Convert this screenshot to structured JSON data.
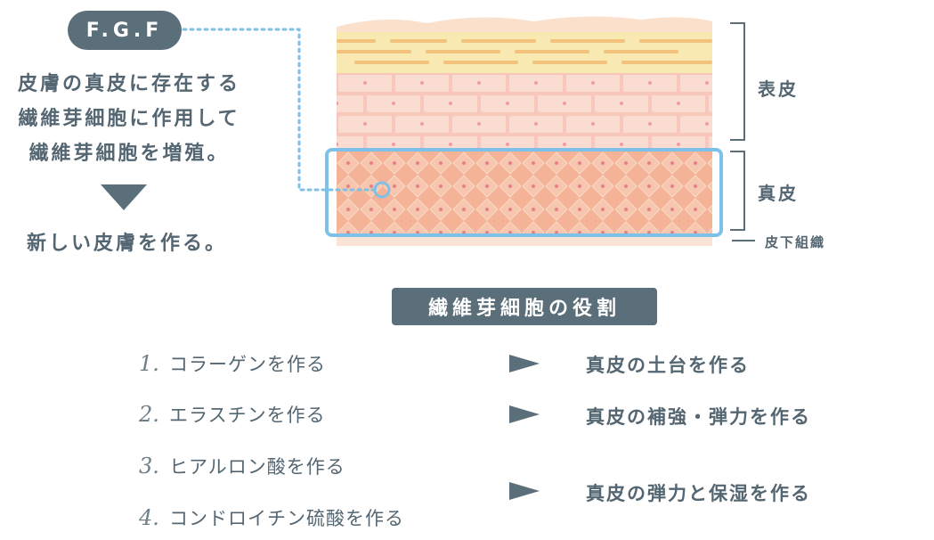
{
  "fgf": {
    "label": "F.G.F"
  },
  "description": {
    "lines": [
      "皮膚の真皮に存在する",
      "繊維芽細胞に作用して",
      "繊維芽細胞を増殖。"
    ],
    "result": "新しい皮膚を作る。"
  },
  "skin_labels": {
    "epidermis": "表皮",
    "dermis": "真皮",
    "subcutaneous": "皮下組織"
  },
  "roles": {
    "title": "繊維芽細胞の役割",
    "items": [
      {
        "num": "1.",
        "text": "コラーゲンを作る"
      },
      {
        "num": "2.",
        "text": "エラスチンを作る"
      },
      {
        "num": "3.",
        "text": "ヒアルロン酸を作る"
      },
      {
        "num": "4.",
        "text": "コンドロイチン硫酸を作る"
      }
    ],
    "results": [
      "真皮の土台を作る",
      "真皮の補強・弾力を作る",
      "真皮の弾力と保湿を作る"
    ]
  },
  "colors": {
    "pill": "#5b6f7b",
    "text": "#546672",
    "highlight": "#7dc0e8",
    "skin_top": "#f8e8b2",
    "skin_brick": "#f7c8b9",
    "skin_dermis": "#f4b396"
  }
}
